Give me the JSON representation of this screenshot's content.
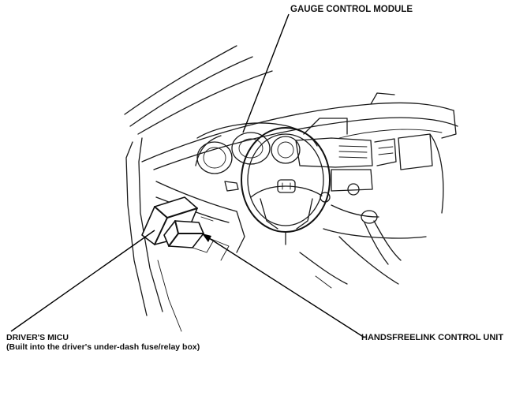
{
  "labels": {
    "gauge_control_module": "GAUGE CONTROL MODULE",
    "drivers_micu": "DRIVER'S MICU",
    "drivers_micu_note": "(Built into the driver's under-dash fuse/relay box)",
    "handsfreelink_control_unit": "HANDSFREELINK CONTROL UNIT"
  }
}
